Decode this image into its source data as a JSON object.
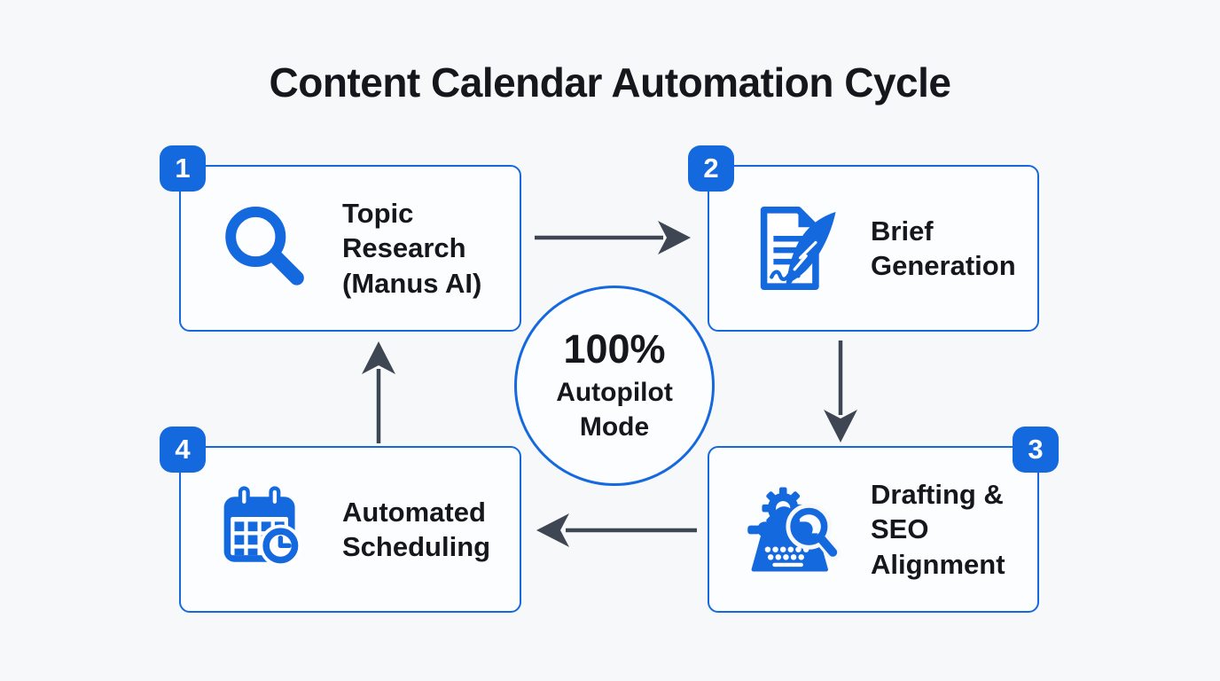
{
  "title": "Content Calendar Automation Cycle",
  "center": {
    "value": "100%",
    "label": "Autopilot\nMode"
  },
  "steps": [
    {
      "number": "1",
      "label": "Topic\nResearch\n(Manus AI)",
      "icon": "magnifier-icon"
    },
    {
      "number": "2",
      "label": "Brief\nGeneration",
      "icon": "document-quill-icon"
    },
    {
      "number": "3",
      "label": "Drafting &\nSEO\nAlignment",
      "icon": "typewriter-seo-icon"
    },
    {
      "number": "4",
      "label": "Automated\nScheduling",
      "icon": "calendar-clock-icon"
    }
  ],
  "arrows": [
    {
      "from": "1",
      "to": "2",
      "direction": "right"
    },
    {
      "from": "2",
      "to": "3",
      "direction": "down"
    },
    {
      "from": "3",
      "to": "4",
      "direction": "left"
    },
    {
      "from": "4",
      "to": "1",
      "direction": "up"
    }
  ],
  "colors": {
    "accent": "#1569de",
    "arrow": "#3e4653",
    "background": "#f7f8fa",
    "box_fill": "#fcfdfe",
    "text": "#14171c"
  }
}
